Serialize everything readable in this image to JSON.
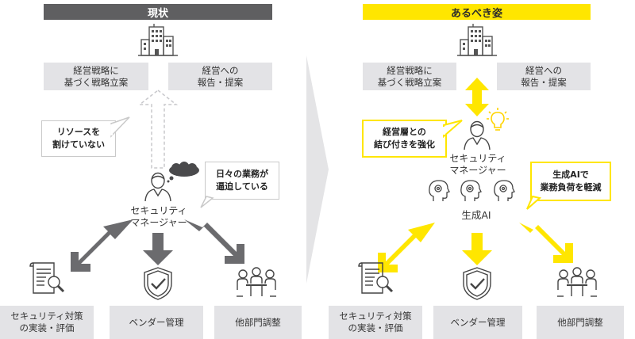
{
  "left": {
    "title": "現状",
    "strategy_box": "経営戦略に\n基づく戦略立案",
    "report_box": "経営への\n報告・提案",
    "bubble_resources": "リソースを\n割けていない",
    "bubble_busy": "日々の業務が\n逼迫している",
    "manager_label": "セキュリティ\nマネージャー",
    "bottom": [
      "セキュリティ対策\nの実装・評価",
      "ベンダー管理",
      "他部門調整"
    ]
  },
  "right": {
    "title": "あるべき姿",
    "strategy_box": "経営戦略に\n基づく戦略立案",
    "report_box": "経営への\n報告・提案",
    "bubble_link": "経営層との\n結び付きを強化",
    "bubble_ai": "生成AIで\n業務負荷を軽減",
    "manager_label": "セキュリティ\nマネージャー",
    "ai_label": "生成AI",
    "bottom": [
      "セキュリティ対策\nの実装・評価",
      "ベンダー管理",
      "他部門調整"
    ]
  },
  "colors": {
    "dark": "#5f5f61",
    "accent": "#ffe600",
    "box": "#e3e3e6",
    "arrow_dark": "#6b6b6e"
  },
  "icons": [
    "building-icon",
    "person-icon",
    "thought-cloud-icon",
    "lightbulb-icon",
    "ai-head-icon",
    "document-magnifier-icon",
    "shield-check-icon",
    "meeting-icon",
    "chevron-right-icon"
  ]
}
